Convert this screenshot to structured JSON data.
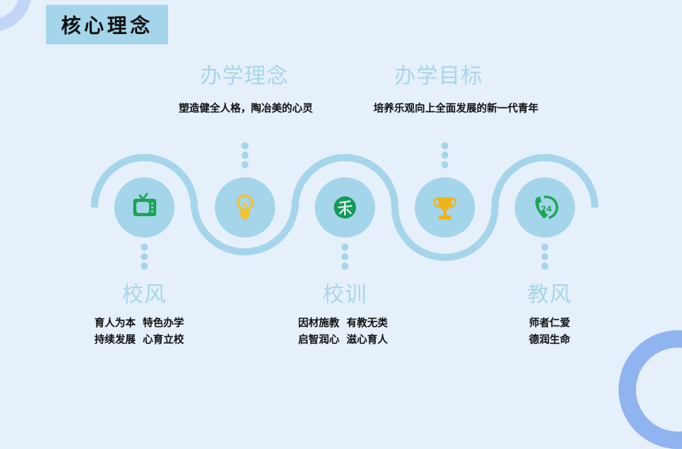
{
  "title": "核心理念",
  "colors": {
    "background": "#e6f0fb",
    "accent": "#a4d5eb",
    "heading": "#a6d6ea",
    "text": "#111111"
  },
  "top_items": [
    {
      "heading": "办学理念",
      "text": "塑造健全人格，陶冶美的心灵",
      "icon": "lightbulb-icon"
    },
    {
      "heading": "办学目标",
      "text": "培养乐观向上全面发展的新一代青年",
      "icon": "trophy-icon"
    }
  ],
  "bottom_items": [
    {
      "heading": "校风",
      "lines": [
        "育人为本  特色办学",
        "持续发展  心育立校"
      ],
      "icon": "tv-icon"
    },
    {
      "heading": "校训",
      "lines": [
        "因材施教  有教无类",
        "启智润心  滋心育人"
      ],
      "icon": "badge-icon"
    },
    {
      "heading": "教风",
      "lines": [
        "师者仁爱",
        "德润生命"
      ],
      "icon": "phone-24-icon"
    }
  ],
  "icons_order": [
    "tv-icon",
    "lightbulb-icon",
    "badge-icon",
    "trophy-icon",
    "phone-24-icon"
  ]
}
